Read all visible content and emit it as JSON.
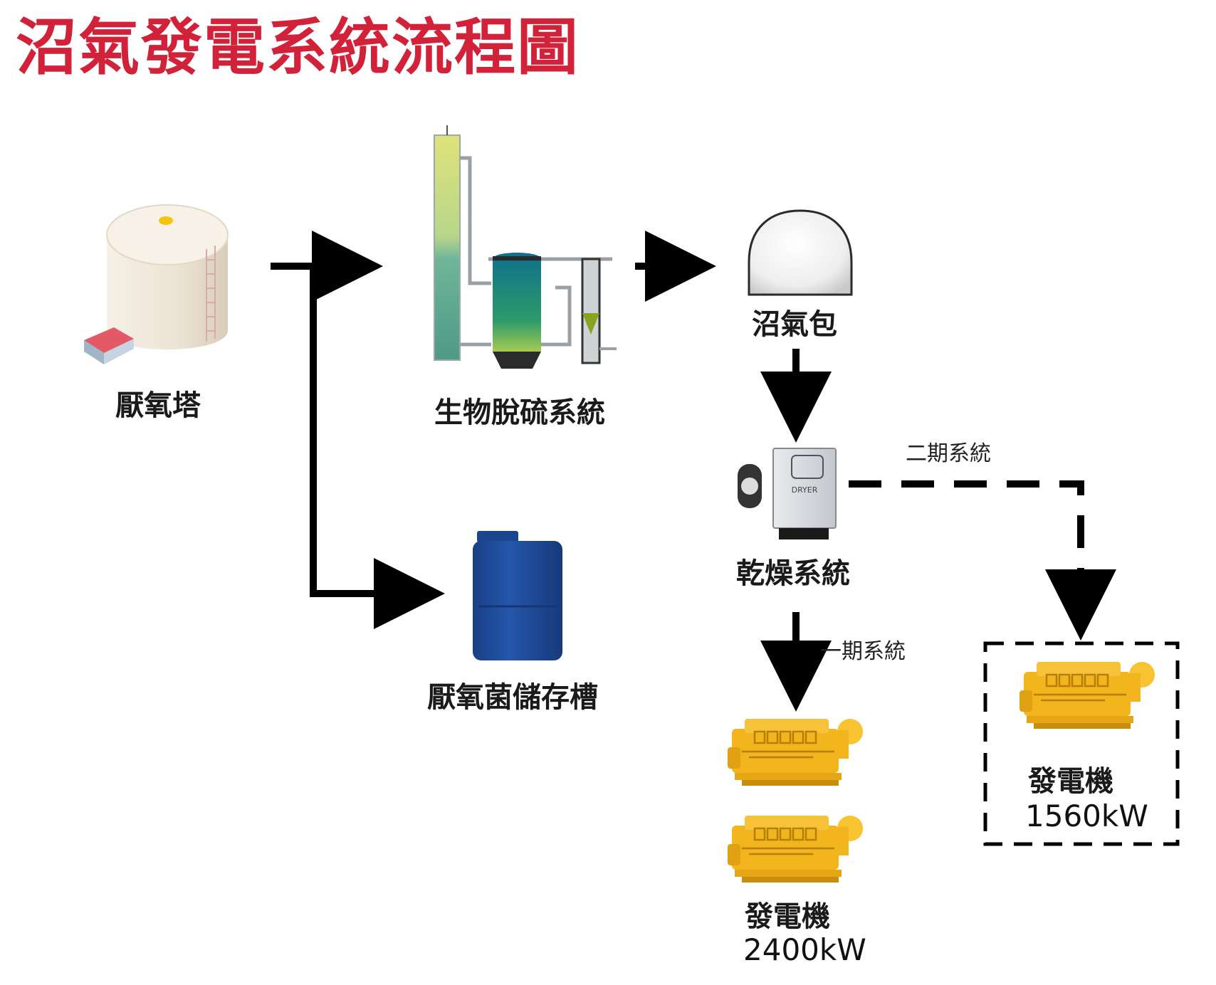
{
  "title": "沼氣發電系統流程圖",
  "nodes": {
    "anaerobic_tower": "厭氧塔",
    "bio_desulfurization": "生物脫硫系統",
    "biogas_bag": "沼氣包",
    "drying_system": "乾燥系統",
    "bacteria_storage": "厭氧菌儲存槽",
    "generator_phase1": {
      "label": "發電機",
      "capacity": "2400kW"
    },
    "generator_phase2": {
      "label": "發電機",
      "capacity": "1560kW"
    },
    "dryer_panel_text": "DRYER"
  },
  "edges": {
    "phase1_label": "一期系統",
    "phase2_label": "二期系統"
  },
  "colors": {
    "title": "#d1223a",
    "arrow": "#000000",
    "tank_blue": "#1f4fa0",
    "engine_yellow": "#f2b51d",
    "tower_cream": "#efe6d8"
  }
}
